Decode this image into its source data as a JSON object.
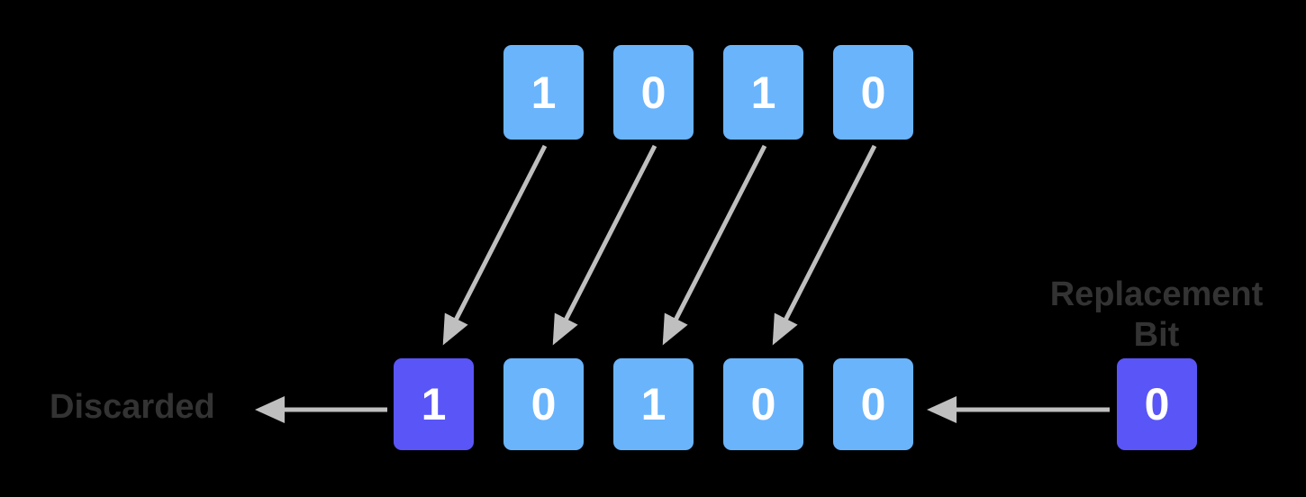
{
  "diagram": {
    "title_role": "bit-shift-register",
    "colors": {
      "background": "#000000",
      "bit_blue": "#6ab4fc",
      "bit_purple": "#5a55f7",
      "arrow_gray": "#bfbfbf",
      "label_gray": "#333333",
      "bit_text": "#ffffff"
    },
    "top_row": {
      "name": "input-bits",
      "bits": [
        {
          "value": "1",
          "color": "blue"
        },
        {
          "value": "0",
          "color": "blue"
        },
        {
          "value": "1",
          "color": "blue"
        },
        {
          "value": "0",
          "color": "blue"
        }
      ]
    },
    "bottom_row": {
      "name": "shifted-register-bits",
      "bits": [
        {
          "value": "1",
          "color": "purple"
        },
        {
          "value": "0",
          "color": "blue"
        },
        {
          "value": "1",
          "color": "blue"
        },
        {
          "value": "0",
          "color": "blue"
        },
        {
          "value": "0",
          "color": "blue"
        }
      ]
    },
    "replacement": {
      "label": "Replacement Bit",
      "label_line_1": "Replacement",
      "label_line_2": "Bit",
      "bit": {
        "value": "0",
        "color": "purple"
      }
    },
    "discarded": {
      "label": "Discarded"
    },
    "arrows": {
      "shift_arrows_count": 4,
      "discard_arrow_direction": "left",
      "replacement_arrow_direction": "left"
    }
  }
}
